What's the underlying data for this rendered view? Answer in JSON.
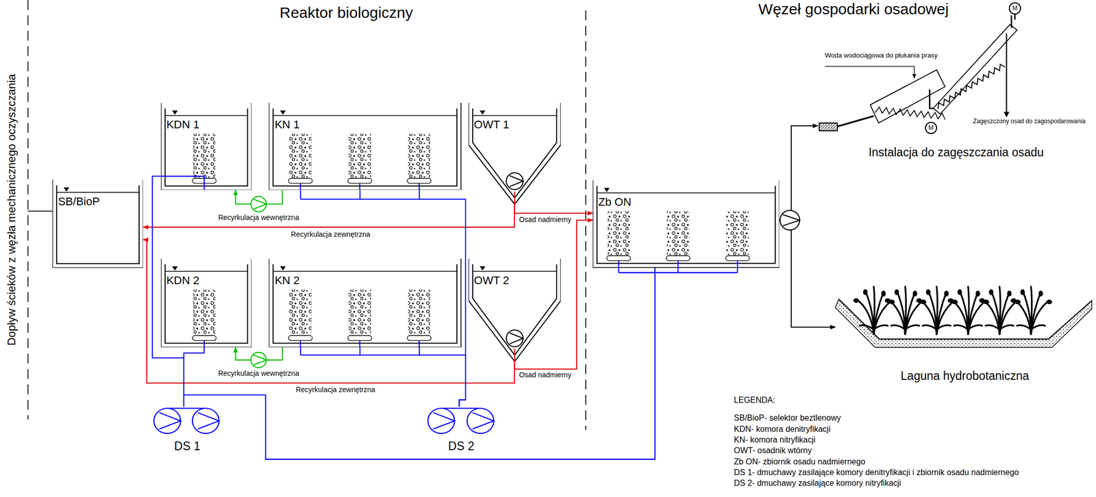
{
  "diagram": {
    "nodes": [
      {
        "text": [
          "SB/BioP"
        ]
      },
      {
        "text": [
          "KDN 1"
        ]
      },
      {
        "text": [
          "KN 1"
        ]
      },
      {
        "text": [
          "OWT 1"
        ]
      },
      {
        "text": [
          "KDN 2"
        ]
      },
      {
        "text": [
          "KN 2"
        ]
      },
      {
        "text": [
          "OWT 2"
        ]
      },
      {
        "text": [
          "DS 1"
        ]
      },
      {
        "text": [
          "DS 2"
        ]
      },
      {
        "text": [
          "Zb ON"
        ]
      },
      {
        "text": [
          "Instalacja do zagęszczania osadu"
        ]
      },
      {
        "text": [
          "Laguna hydrobotaniczna"
        ]
      }
    ],
    "edges": [
      {
        "from": 2,
        "to": 1,
        "arrow": "to",
        "label": "Recyrkulacja wewnętrzna"
      },
      {
        "from": 5,
        "to": 4,
        "arrow": "to",
        "label": "Recyrkulacja wewnętrzna"
      },
      {
        "from": 3,
        "to": 0,
        "arrow": "to",
        "label": "Recyrkulacja zewnętrzna"
      },
      {
        "from": 6,
        "to": 0,
        "arrow": "to",
        "label": "Recyrkulacja zewnętrzna"
      },
      {
        "from": 3,
        "to": 9,
        "arrow": "to",
        "label": "Osad nadmierny"
      },
      {
        "from": 6,
        "to": 9,
        "arrow": "to",
        "label": "Osad nadmierny"
      },
      {
        "from": 7,
        "to": 1,
        "arrow": "none"
      },
      {
        "from": 7,
        "to": 4,
        "arrow": "none"
      },
      {
        "from": 7,
        "to": 9,
        "arrow": "none"
      },
      {
        "from": 8,
        "to": 2,
        "arrow": "none"
      },
      {
        "from": 8,
        "to": 5,
        "arrow": "none"
      },
      {
        "from": 9,
        "to": 10,
        "arrow": "to"
      },
      {
        "from": 9,
        "to": 11,
        "arrow": "to"
      }
    ],
    "labels": [
      "Reaktor biologiczny",
      "Węzeł gospodarki osadowej",
      "Dopływ ścieków z węzła mechanicznego oczyszczania",
      "Woda wodociągowa do płukania prasy",
      "Zagęszczony osad do zagospodarowania",
      "M",
      "M",
      "LEGENDA:"
    ],
    "legend": [
      {
        "text": "SB/BioP- selektor beztlenowy"
      },
      {
        "text": "KDN- komora denitryfikacji"
      },
      {
        "text": "KN- komora nitryfikacji"
      },
      {
        "text": "OWT- osadnik wtórny"
      },
      {
        "text": "Zb ON- zbiornik osadu nadmiernego"
      },
      {
        "text": "DS 1- dmuchawy zasilające komory denitryfikacji i zbiornik osadu nadmiernego"
      },
      {
        "text": "DS 2- dmuchawy zasilające komory nitryfikacji"
      }
    ]
  }
}
